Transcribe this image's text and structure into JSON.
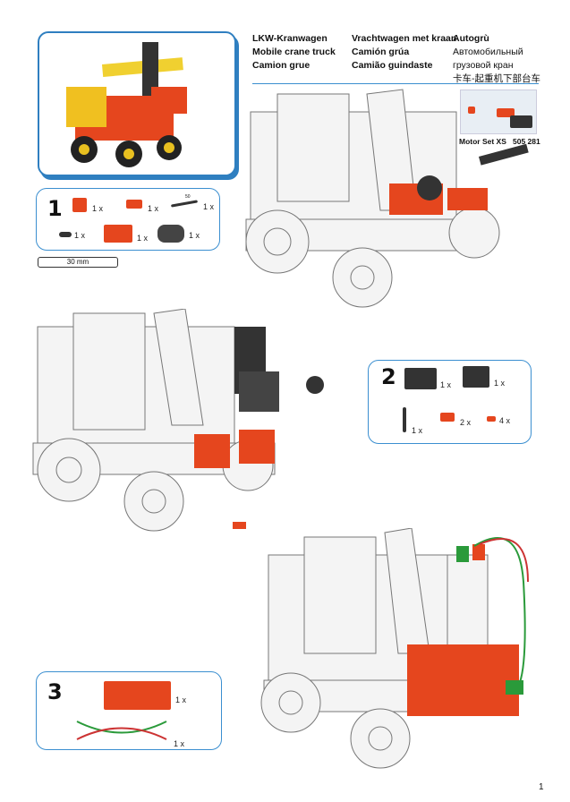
{
  "titles": {
    "col1": [
      "LKW-Kranwagen",
      "Mobile crane truck",
      "Camion grue"
    ],
    "col2": [
      "Vrachtwagen met kraan",
      "Camión grúa",
      "Camião guindaste"
    ],
    "col3_bold": "Autogrù",
    "col3": [
      "Автомобильный",
      "грузовой кран",
      "卡车-起重机下部台车"
    ]
  },
  "motor_set": {
    "name": "Motor Set XS",
    "number": "505 281"
  },
  "step1": {
    "number": "1",
    "parts": [
      {
        "name": "building-block",
        "qty": "1 x"
      },
      {
        "name": "red-plate",
        "qty": "1 x"
      },
      {
        "name": "axle-50",
        "label": "50",
        "qty": "1 x"
      },
      {
        "name": "short-axle",
        "qty": "1 x"
      },
      {
        "name": "u-holder",
        "qty": "1 x"
      },
      {
        "name": "cable-drum",
        "qty": "1 x"
      }
    ]
  },
  "ruler": {
    "label": "30 mm"
  },
  "step2": {
    "number": "2",
    "parts": [
      {
        "name": "motor",
        "qty": "1 x"
      },
      {
        "name": "gearbox",
        "qty": "1 x"
      },
      {
        "name": "worm-axle",
        "qty": "1 x"
      },
      {
        "name": "angle-block",
        "qty": "2 x"
      },
      {
        "name": "small-clip",
        "qty": "4 x"
      }
    ]
  },
  "step3": {
    "number": "3",
    "parts": [
      {
        "name": "battery-box",
        "qty": "1 x"
      },
      {
        "name": "cable",
        "qty": "1 x"
      }
    ]
  },
  "page_number": "1"
}
